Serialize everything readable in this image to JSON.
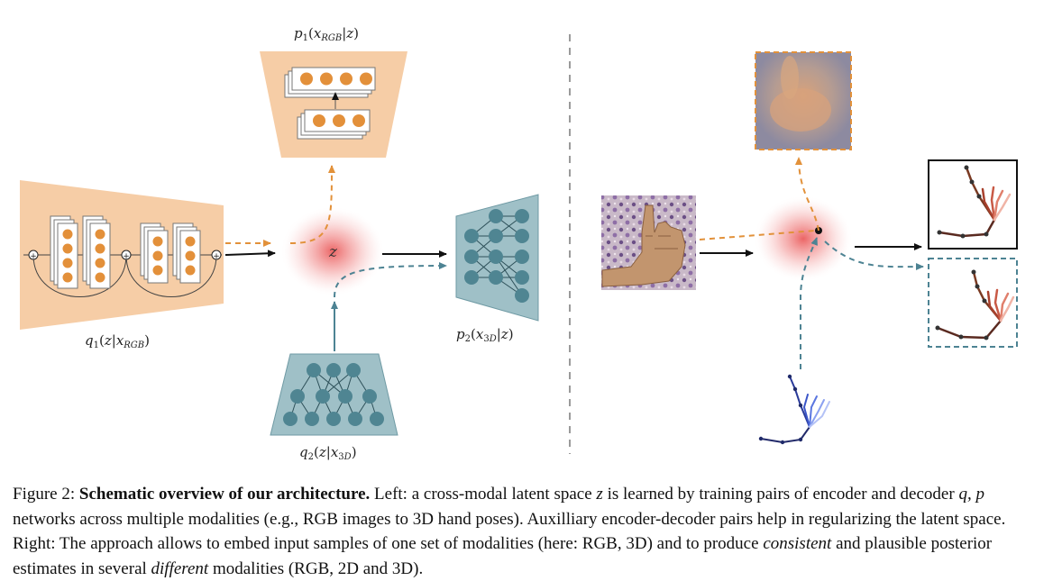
{
  "figure": {
    "labels": {
      "p1": "p₁(x_RGB|z)",
      "q1": "q₁(z|x_RGB)",
      "q2": "q₂(z|x_3D)",
      "p2": "p₂(x_3D|z)",
      "z": "z"
    },
    "colors": {
      "orange_fill": "#f6cda6",
      "orange_node": "#e3903a",
      "orange_arrow": "#e2913a",
      "teal_fill": "#9fc0c7",
      "teal_node": "#4f8592",
      "teal_arrow": "#4d8393",
      "latent_red": "#e84a4a",
      "divider": "#9a9a9a"
    },
    "icons": [
      "hand-photo",
      "reconstructed-hand-image",
      "hand-skeleton-3d",
      "hand-skeleton-2d"
    ]
  },
  "caption": {
    "figure_label": "Figure 2:",
    "title": "Schematic overview of our architecture.",
    "t1": " Left: a cross-modal latent space ",
    "z": "z",
    "t2": " is learned by training pairs of encoder and decoder ",
    "qp": "q, p",
    "t3": " networks across multiple modalities (e.g., RGB images to 3D hand poses). Auxilliary encoder-decoder pairs help in regularizing the latent space.  Right: The approach allows to embed input samples of one set of modalities (here: RGB, 3D) and to produce ",
    "consistent": "consistent",
    "t4": " and plausible posterior estimates in several ",
    "different": "different",
    "t5": " modalities (RGB, 2D and 3D)."
  }
}
